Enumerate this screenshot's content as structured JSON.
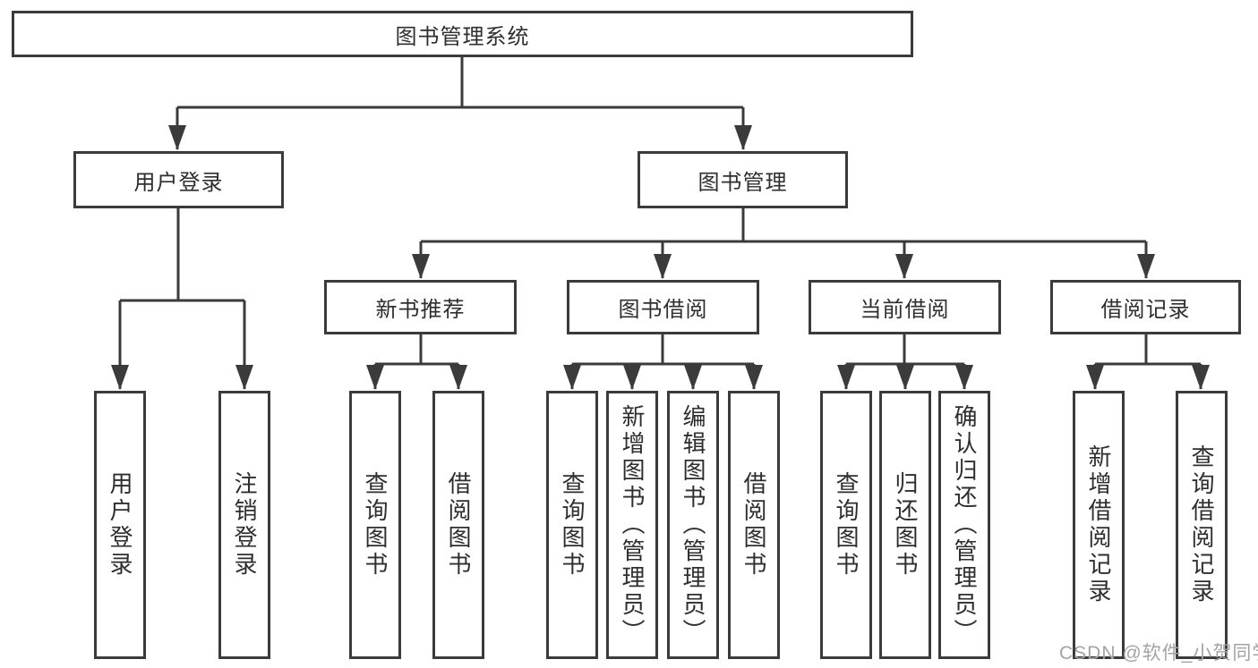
{
  "tree": {
    "label": "图书管理系统",
    "children": [
      {
        "label": "用户登录",
        "children": [
          {
            "label": "用户登录"
          },
          {
            "label": "注销登录"
          }
        ]
      },
      {
        "label": "图书管理",
        "children": [
          {
            "label": "新书推荐",
            "children": [
              {
                "label": "查询图书"
              },
              {
                "label": "借阅图书"
              }
            ]
          },
          {
            "label": "图书借阅",
            "children": [
              {
                "label": "查询图书"
              },
              {
                "label": "新增图书（管理员）"
              },
              {
                "label": "编辑图书（管理员）"
              },
              {
                "label": "借阅图书"
              }
            ]
          },
          {
            "label": "当前借阅",
            "children": [
              {
                "label": "查询图书"
              },
              {
                "label": "归还图书"
              },
              {
                "label": "确认归还（管理员）"
              }
            ]
          },
          {
            "label": "借阅记录",
            "children": [
              {
                "label": "新增借阅记录"
              },
              {
                "label": "查询借阅记录"
              }
            ]
          }
        ]
      }
    ]
  },
  "watermark": {
    "text": "CSDN @软件_小贺同学"
  },
  "colors": {
    "line": "#3b3b3b",
    "box_border": "#3b3b3b",
    "box_background": "#ffffff",
    "text": "#2e2e2e",
    "watermark_text": "#a3a3a3"
  }
}
